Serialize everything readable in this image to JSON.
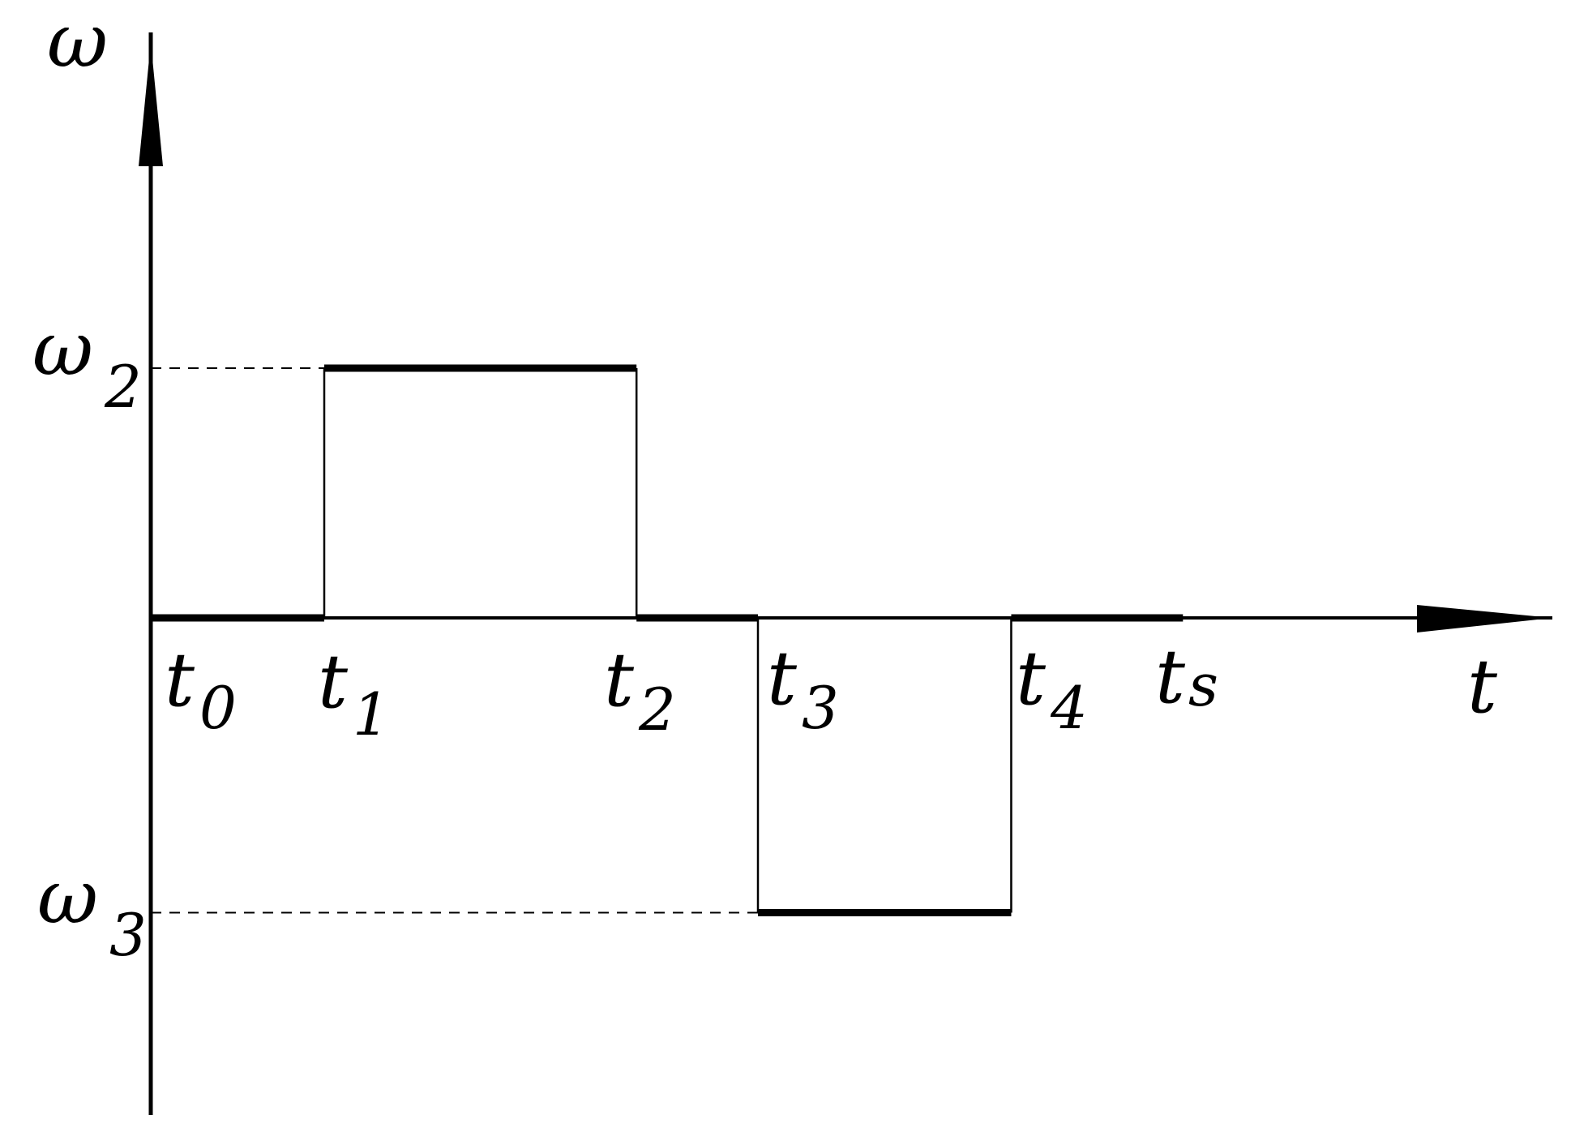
{
  "axes": {
    "y_label": "ω",
    "x_label": "t"
  },
  "levels": [
    {
      "id": "w2",
      "base": "ω",
      "sub": "2",
      "value": 1
    },
    {
      "id": "w0",
      "value": 0
    },
    {
      "id": "w3",
      "base": "ω",
      "sub": "3",
      "value": -1.18
    }
  ],
  "times": [
    {
      "id": "t0",
      "base": "t",
      "sub": "0",
      "t": 0
    },
    {
      "id": "t1",
      "base": "t",
      "sub": "1",
      "t": 1
    },
    {
      "id": "t2",
      "base": "t",
      "sub": "2",
      "t": 2.8
    },
    {
      "id": "t3",
      "base": "t",
      "sub": "3",
      "t": 3.5
    },
    {
      "id": "t4",
      "base": "t",
      "sub": "4",
      "t": 4.96
    },
    {
      "id": "ts",
      "base": "t",
      "sub": "s",
      "t": 5.95
    }
  ],
  "segments": [
    {
      "from": "t0",
      "to": "t1",
      "level": "w0"
    },
    {
      "from": "t1",
      "to": "t2",
      "level": "w2"
    },
    {
      "from": "t2",
      "to": "t3",
      "level": "w0"
    },
    {
      "from": "t3",
      "to": "t4",
      "level": "w3"
    },
    {
      "from": "t4",
      "to": "ts",
      "level": "w0"
    }
  ],
  "colors": {
    "stroke": "#000000",
    "background": "#ffffff"
  }
}
